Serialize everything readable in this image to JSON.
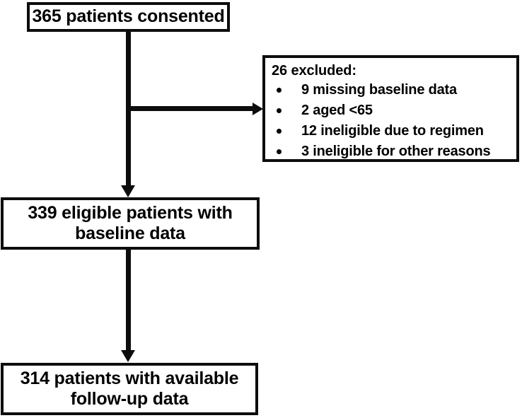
{
  "chart_data": {
    "type": "diagram",
    "title": "CONSORT-style participant flow diagram",
    "nodes": [
      {
        "id": "consented",
        "label": "365 patients consented",
        "count": 365,
        "lines": [
          "365 patients consented"
        ]
      },
      {
        "id": "excluded",
        "label": "26 excluded:",
        "count": 26,
        "items": [
          "9 missing baseline data",
          "2 aged <65",
          "12 ineligible due to regimen",
          "3 ineligible for other reasons"
        ],
        "item_counts": [
          9,
          2,
          12,
          3
        ]
      },
      {
        "id": "eligible",
        "label": "339 eligible patients with baseline data",
        "count": 339,
        "lines": [
          "339 eligible patients with",
          "baseline data"
        ]
      },
      {
        "id": "followup",
        "label": "314 patients with available follow-up data",
        "count": 314,
        "lines": [
          "314 patients with available",
          "follow-up data"
        ]
      }
    ],
    "edges": [
      {
        "from": "consented",
        "to": "eligible",
        "direction": "down"
      },
      {
        "from": "consented",
        "to": "excluded",
        "direction": "right"
      },
      {
        "from": "eligible",
        "to": "followup",
        "direction": "down"
      }
    ],
    "colors": {
      "stroke": "#0d0d0d",
      "text": "#000000",
      "background": "#ffffff"
    }
  },
  "boxes": {
    "consented": {
      "text": "365 patients consented"
    },
    "excluded": {
      "heading": "26 excluded:",
      "items": [
        {
          "text": "9 missing baseline data"
        },
        {
          "text": "2 aged <65"
        },
        {
          "text": "12 ineligible due to regimen"
        },
        {
          "text": "3 ineligible for other reasons"
        }
      ]
    },
    "eligible": {
      "line1": "339 eligible patients with",
      "line2": "baseline data"
    },
    "followup": {
      "line1": "314 patients with available",
      "line2": "follow-up data"
    }
  }
}
